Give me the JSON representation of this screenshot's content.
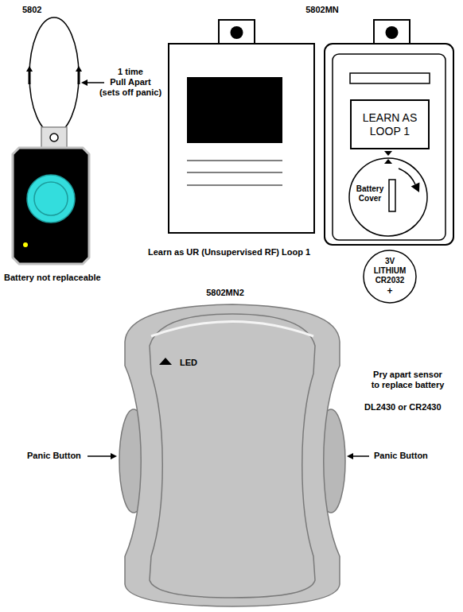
{
  "diagram": {
    "nodes": [
      {
        "text": [
          "LEARN AS LOOP 1"
        ]
      },
      {
        "text": [
          "Battery Cover"
        ]
      },
      {
        "text": [
          "3V LITHIUM CR2032",
          "+"
        ]
      }
    ],
    "labels": [
      "5802",
      "1 time Pull Apart (sets off panic)",
      "Battery not replaceable",
      "5802MN",
      "Learn as UR (Unsupervised RF) Loop 1",
      "5802MN2",
      "LED",
      "Pry apart sensor to replace battery",
      "DL2430 or CR2430",
      "Panic Button",
      "Panic Button"
    ]
  }
}
